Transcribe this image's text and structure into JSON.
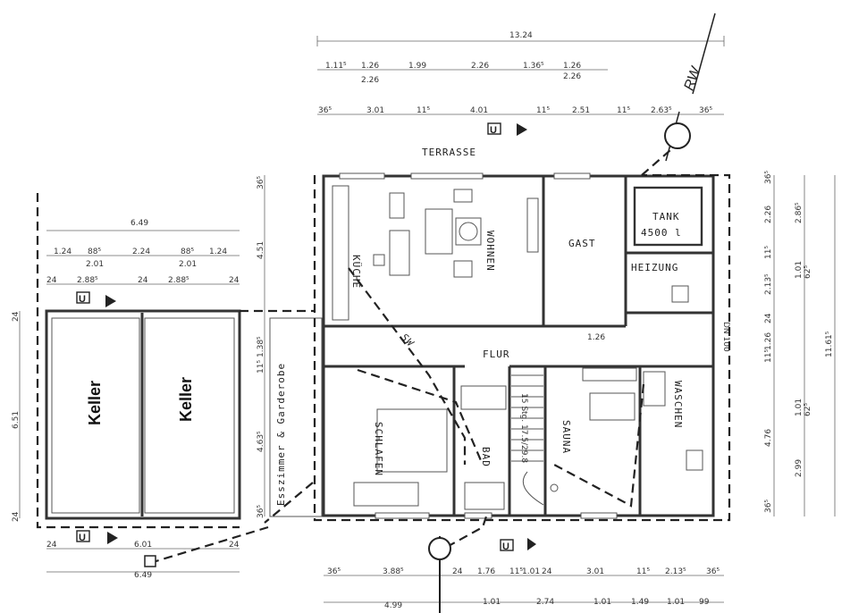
{
  "dims": {
    "top_total": "13.24",
    "row1": [
      "1.11⁵",
      "1.26",
      "1.99",
      "2.26",
      "1.36⁵",
      "1.26"
    ],
    "row1_sub": [
      "2.26",
      "2.26"
    ],
    "row2": [
      "36⁵",
      "3.01",
      "11⁵",
      "4.01",
      "11⁵",
      "2.51",
      "11⁵",
      "2.63⁵",
      "36⁵"
    ],
    "left_total": "6.49",
    "left_row1": [
      "1.24",
      "88⁵",
      "2.24",
      "88⁵",
      "1.24"
    ],
    "left_row1_sub": [
      "2.01",
      "2.01"
    ],
    "left_row2": [
      "24",
      "2.88⁵",
      "24",
      "2.88⁵",
      "24"
    ],
    "left_vert": [
      "24",
      "6.51",
      "24"
    ],
    "left_bottom": [
      "24",
      "6.01",
      "24"
    ],
    "left_bottom_total": "6.49",
    "mid_vert": [
      "36⁵",
      "4.51",
      "11⁵",
      "1.38⁵",
      "4.63⁵",
      "36⁵"
    ],
    "flur_dim": "1.26",
    "stairs": "15 Stg. 17.5/29.8",
    "right_vert": [
      "36⁵",
      "2.26",
      "11⁵",
      "2.13⁵",
      "24",
      "1.26",
      "11⁵",
      "4.76",
      "36⁵"
    ],
    "right_vert2": [
      "2.86⁵",
      "1.01",
      "62⁵",
      "1.01",
      "62⁵",
      "2.99"
    ],
    "right_total": "11.61⁵",
    "bottom_row1": [
      "36⁵",
      "3.88⁵",
      "24",
      "1.76",
      "11⁵",
      "1.01",
      "24",
      "3.01",
      "11⁵",
      "2.13⁵",
      "36⁵"
    ],
    "bottom_row2": [
      "4.99",
      "1.01",
      "2.74",
      "1.01",
      "1.49",
      "1.01",
      "99"
    ]
  },
  "rooms": {
    "terrasse": "TERRASSE",
    "kueche": "KÜCHE",
    "wohnen": "WOHNEN",
    "gast": "GAST",
    "tank_line1": "TANK",
    "tank_line2": "4500 l",
    "heizung": "HEIZUNG",
    "flur": "FLUR",
    "schlafen": "SCHLAFEN",
    "bad": "BAD",
    "sauna": "SAUNA",
    "waschen": "WASCHEN",
    "keller1": "Keller",
    "keller2": "Keller",
    "esszimmer": "Esszimmer & Garderobe"
  },
  "labels": {
    "rw": "RW",
    "sw": "SW",
    "dn100": "DN 100",
    "section_u": "U"
  }
}
